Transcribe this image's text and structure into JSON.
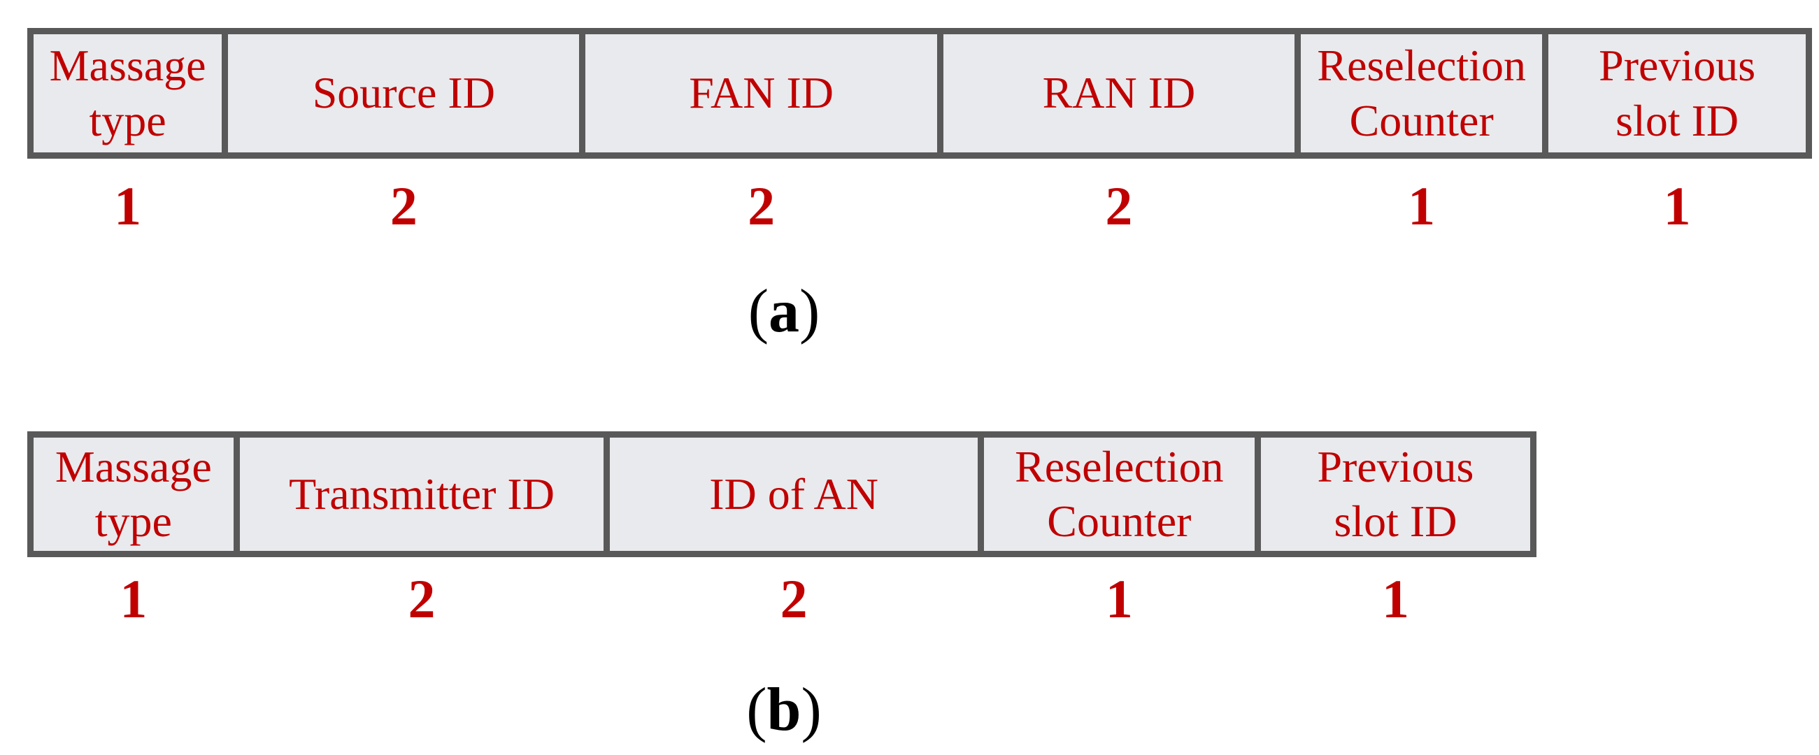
{
  "colors": {
    "page_background": "#ffffff",
    "cell_fill": "#e9eaed",
    "cell_border": "#595959",
    "field_text": "#c00000",
    "byte_count_text": "#c00000",
    "caption_text": "#000000"
  },
  "figures": [
    {
      "id": "a",
      "caption": {
        "open": "(",
        "letter": "a",
        "close": ")"
      },
      "fields": [
        {
          "label": "Massage\ntype",
          "bytes": "1"
        },
        {
          "label": "Source ID",
          "bytes": "2"
        },
        {
          "label": "FAN ID",
          "bytes": "2"
        },
        {
          "label": "RAN ID",
          "bytes": "2"
        },
        {
          "label": "Reselection\nCounter",
          "bytes": "1"
        },
        {
          "label": "Previous\nslot ID",
          "bytes": "1"
        }
      ]
    },
    {
      "id": "b",
      "caption": {
        "open": "(",
        "letter": "b",
        "close": ")"
      },
      "fields": [
        {
          "label": "Massage\ntype",
          "bytes": "1"
        },
        {
          "label": "Transmitter ID",
          "bytes": "2"
        },
        {
          "label": "ID of AN",
          "bytes": "2"
        },
        {
          "label": "Reselection\nCounter",
          "bytes": "1"
        },
        {
          "label": "Previous\nslot ID",
          "bytes": "1"
        }
      ]
    }
  ]
}
